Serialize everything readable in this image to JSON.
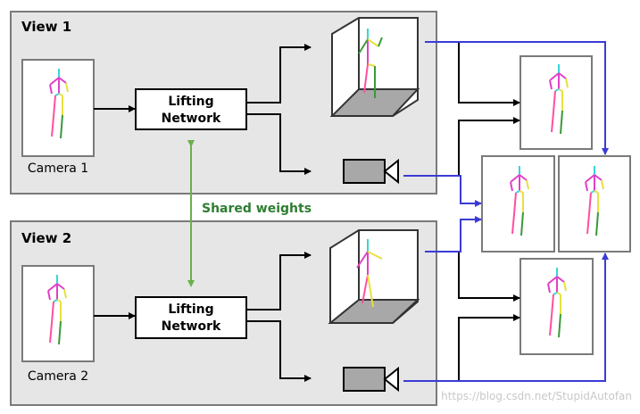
{
  "views": [
    {
      "title": "View 1",
      "network_line1": "Lifting",
      "network_line2": "Network",
      "camera_label": "Camera 1"
    },
    {
      "title": "View 2",
      "network_line1": "Lifting",
      "network_line2": "Network",
      "camera_label": "Camera 2"
    }
  ],
  "shared_label": "Shared weights",
  "watermark": "https://blog.csdn.net/StupidAutofan",
  "colors": {
    "view_panel_fill": "#e6e6e6",
    "view_panel_border": "#7a7a7a",
    "shared_arrow": "#6ab04c",
    "shared_text": "#2e7d32",
    "blue_connector": "#3b3bd6",
    "camera_fill": "#a8a8a8",
    "skeleton_cyan": "#37d6d6",
    "skeleton_magenta": "#e040c8",
    "skeleton_yellow": "#e8e040",
    "skeleton_green": "#3a9a3a",
    "skeleton_pink": "#ff4fa0"
  },
  "icons": [
    "skeleton-2d-icon",
    "skeleton-3d-icon",
    "video-camera-icon"
  ]
}
